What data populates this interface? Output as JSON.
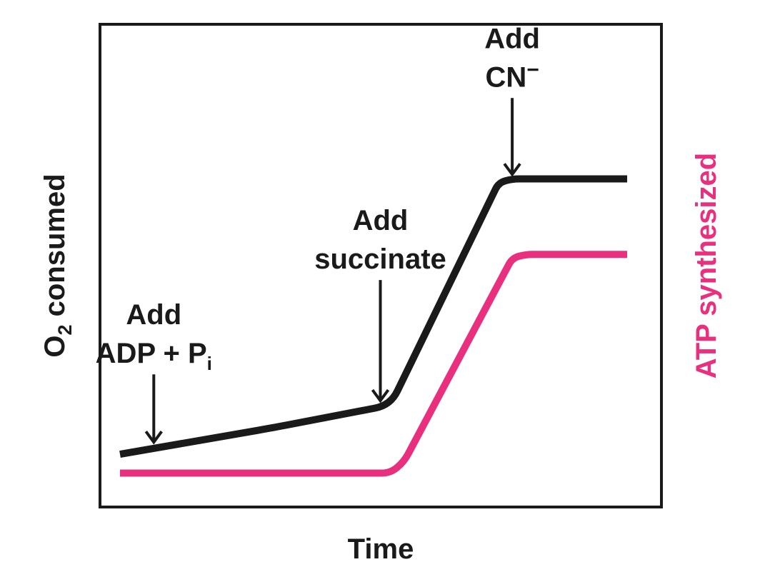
{
  "chart_data": {
    "type": "line",
    "xlabel": "Time",
    "ylabel_left": {
      "main": "O",
      "sub": "2",
      "rest": " consumed"
    },
    "ylabel_right": "ATP synthesized",
    "x_ticks_shown": false,
    "y_ticks_shown": false,
    "grid": false,
    "series": [
      {
        "key": "o2",
        "axis": "left",
        "color": "#1a1a1a",
        "x": [
          0,
          4.5,
          8,
          11.2,
          11.6,
          15
        ],
        "y": [
          0.06,
          0.13,
          0.19,
          0.78,
          0.79,
          0.79
        ]
      },
      {
        "key": "atp",
        "axis": "right",
        "color": "#e8307f",
        "x": [
          0,
          8,
          8.4,
          11.6,
          12,
          15
        ],
        "y": [
          0.01,
          0.01,
          0.04,
          0.58,
          0.59,
          0.59
        ]
      }
    ],
    "xlim": [
      0,
      15
    ],
    "ylim": [
      -0.08,
      1.2
    ],
    "annotations": [
      {
        "key": "adp",
        "lines": [
          "Add",
          "ADP + P"
        ],
        "subscript": "i",
        "x": 1,
        "y_tip": 0.09
      },
      {
        "key": "succinate",
        "lines": [
          "Add",
          "succinate"
        ],
        "x": 7.7,
        "y_tip": 0.2
      },
      {
        "key": "cn",
        "lines": [
          "Add",
          "CN"
        ],
        "superscript": "−",
        "x": 11.6,
        "y_tip": 0.8
      }
    ]
  },
  "colors": {
    "frame": "#1a1a1a",
    "o2_line": "#1a1a1a",
    "atp_line": "#e8307f",
    "text": "#1a1a1a",
    "atp_label": "#e8307f"
  }
}
